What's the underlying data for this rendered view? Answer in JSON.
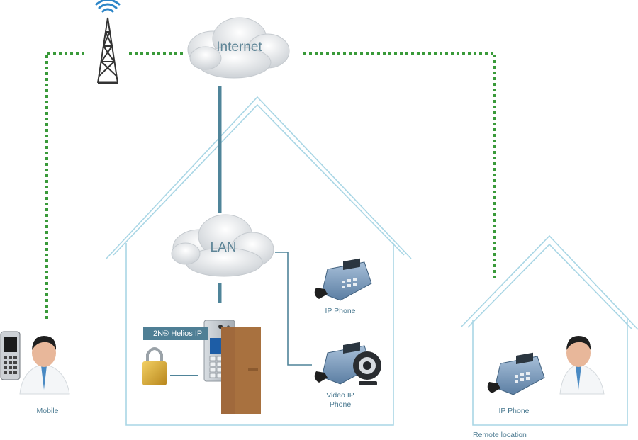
{
  "labels": {
    "internet": "Internet",
    "lan": "LAN",
    "helios": "2N® Helios IP",
    "ip_phone_main": "IP Phone",
    "video_phone_line1": "Video IP",
    "video_phone_line2": "Phone",
    "mobile": "Mobile",
    "ip_phone_remote": "IP Phone",
    "remote_location": "Remote location"
  },
  "icons": [
    "wifi-tower-icon",
    "cloud-icon",
    "house-icon",
    "padlock-icon",
    "door-icon",
    "intercom-icon",
    "desk-phone-icon",
    "webcam-icon",
    "mobile-phone-icon",
    "person-icon"
  ],
  "colors": {
    "wireless_link": "#3a9a3a",
    "wired_link": "#4f8499",
    "house_outline": "#a9d6e5",
    "label_text": "#3f6f86",
    "door": "#a0693c",
    "padlock": "#d4a52c",
    "helios_tag": "#4f7f95"
  }
}
